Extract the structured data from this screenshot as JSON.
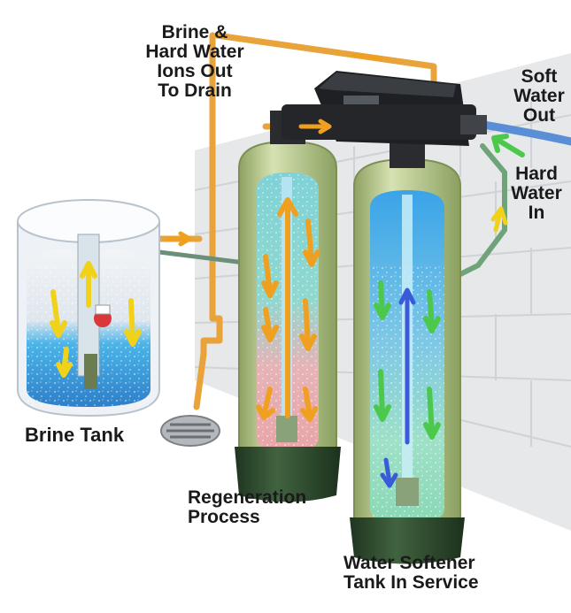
{
  "labels": {
    "brine_drain": "Brine &\nHard Water\nIons Out\nTo Drain",
    "soft_out": "Soft\nWater\nOut",
    "hard_in": "Hard\nWater\nIn",
    "brine_tank": "Brine Tank",
    "regeneration": "Regeneration\nProcess",
    "service": "Water Softener\nTank In Service"
  },
  "colors": {
    "pipe": "#e8a33a",
    "tank_shell": "#b9cc8f",
    "tank_base": "#2f4a2e",
    "arrow_yellow": "#f0d21a",
    "arrow_orange": "#f0a020",
    "arrow_green": "#4cc94c",
    "arrow_blue": "#3a5bd8",
    "controller": "#222428",
    "wall": "#e4e6e8"
  }
}
